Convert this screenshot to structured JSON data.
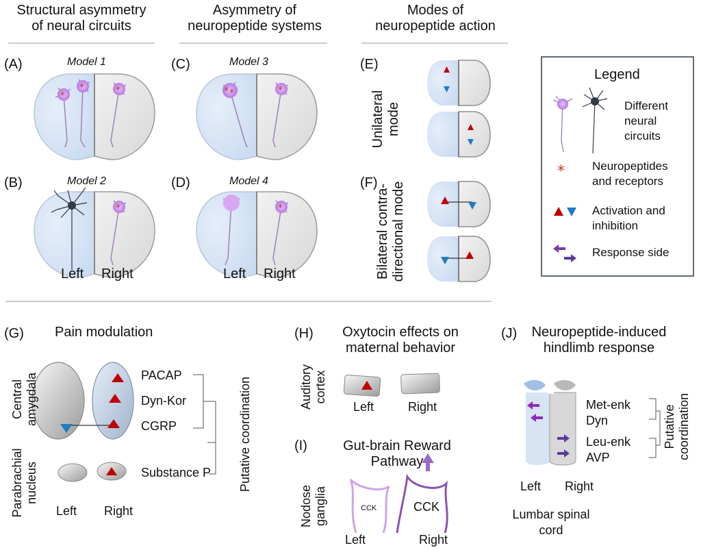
{
  "headers": {
    "structural": "Structural asymmetry\nof neural circuits",
    "neuropeptide_systems": "Asymmetry of\nneuropeptide systems",
    "modes": "Modes of\nneuropeptide action"
  },
  "panels": {
    "A": "(A)",
    "B": "(B)",
    "C": "(C)",
    "D": "(D)",
    "E": "(E)",
    "F": "(F)",
    "G": "(G)",
    "H": "(H)",
    "I": "(I)",
    "J": "(J)"
  },
  "models": {
    "m1": "Model 1",
    "m2": "Model 2",
    "m3": "Model 3",
    "m4": "Model 4"
  },
  "sides": {
    "left": "Left",
    "right": "Right"
  },
  "modes": {
    "unilateral": "Unilateral\nmode",
    "bilateral": "Bilateral contra-\ndirectional mode"
  },
  "legend": {
    "title": "Legend",
    "circuits": "Different\nneural\ncircuits",
    "neuropeptides": "Neuropeptides\nand receptors",
    "activation": "Activation and\ninhibition",
    "response": "Response side"
  },
  "pain": {
    "title": "Pain modulation",
    "central_amygdala": "Central\namygdala",
    "parabrachial": "Parabrachial\nnucleus",
    "peptides": [
      "PACAP",
      "Dyn-Kor",
      "CGRP"
    ],
    "substance_p": "Substance P",
    "putative": "Putative coordination"
  },
  "oxytocin": {
    "title": "Oxytocin effects on\nmaternal behavior",
    "region": "Auditory\ncortex"
  },
  "gutbrain": {
    "title": "Gut-brain Reward\nPathway",
    "region": "Nodose\nganglia",
    "cck": "CCK"
  },
  "hindlimb": {
    "title": "Neuropeptide-induced\nhindlimb response",
    "peptides_top": "Met-enk\nDyn",
    "peptides_bottom": "Leu-enk\nAVP",
    "putative": "Putative\ncoordination",
    "region": "Lumbar spinal\ncord"
  },
  "colors": {
    "left_blue": "#d6e4f4",
    "right_grey": "#e9e9e9",
    "activation": "#c00000",
    "inhibition": "#1f7bc4",
    "purple": "#6a3a9c",
    "neuron_purple": "#c48ee6"
  }
}
